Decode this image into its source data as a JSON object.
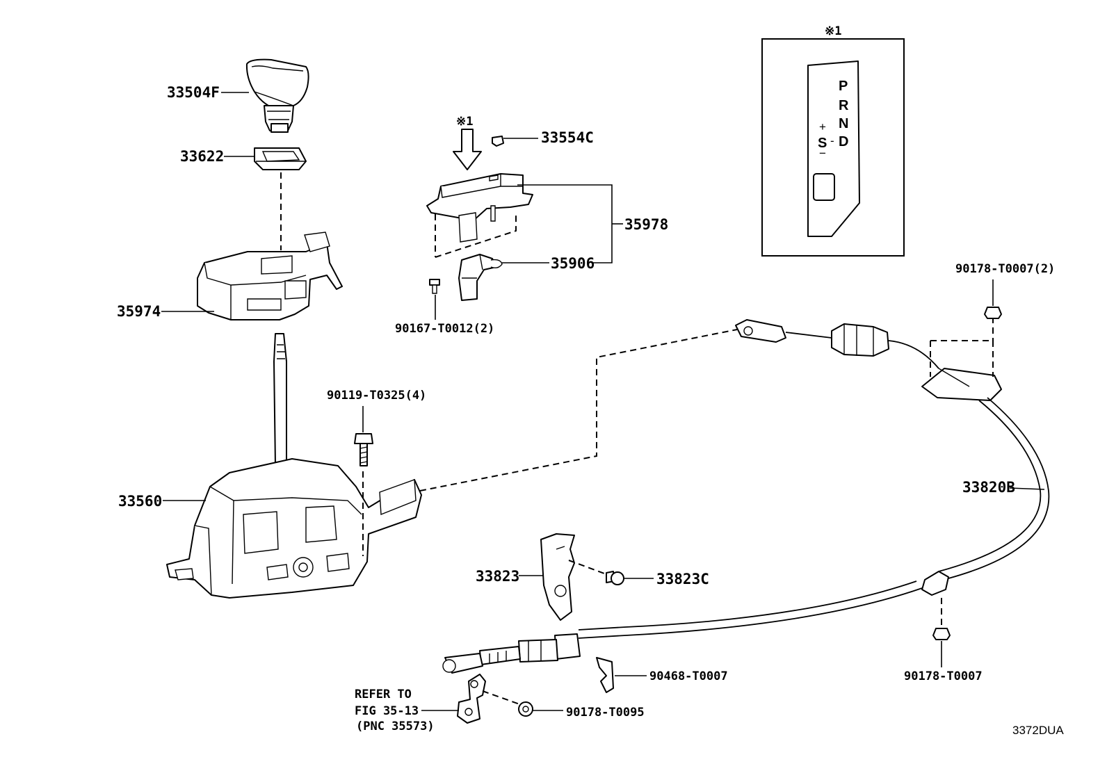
{
  "parts": {
    "p33504F": "33504F",
    "p33622": "33622",
    "p35974": "35974",
    "p33560": "33560",
    "p90119": "90119-T0325(4)",
    "p90167": "90167-T0012(2)",
    "p33554C": "33554C",
    "p35978": "35978",
    "p35906": "35906",
    "p90178_T0007_2": "90178-T0007(2)",
    "p33820B": "33820B",
    "p33823": "33823",
    "p33823C": "33823C",
    "p90468": "90468-T0007",
    "p90178_T0007": "90178-T0007",
    "p90178_T0095": "90178-T0095"
  },
  "notes": {
    "marker_arrow": "※1",
    "marker_inset": "※1",
    "refer_line1": "REFER TO",
    "refer_line2": "FIG 35-13",
    "refer_line3": "(PNC 35573)"
  },
  "inset": {
    "gate_p": "P",
    "gate_r": "R",
    "gate_n": "N",
    "gate_d": "D",
    "gate_plus": "+",
    "gate_s": "S",
    "gate_dash": "-",
    "gate_minus": "−"
  },
  "figure_code": "3372DUA"
}
